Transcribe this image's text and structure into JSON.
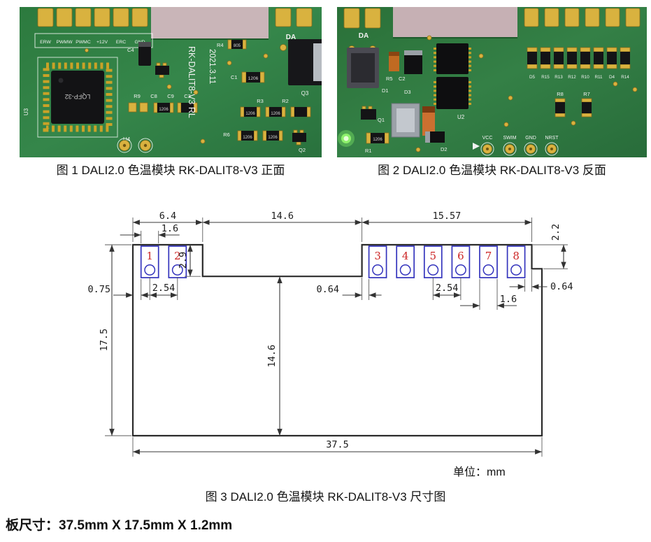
{
  "page": {
    "fig1_caption": "图 1 DALI2.0 色温模块 RK-DALIT8-V3  正面",
    "fig2_caption": "图 2 DALI2.0 色温模块 RK-DALIT8-V3  反面",
    "fig3_caption": "图 3 DALI2.0 色温模块 RK-DALIT8-V3  尺寸图",
    "unit_note": "单位：mm",
    "board_size": "板尺寸：37.5mm X 17.5mm X 1.2mm"
  },
  "front": {
    "edge_pad_labels": [
      "ERW",
      "PWMW",
      "PWMC",
      "+12V",
      "ERC",
      "GND"
    ],
    "da_label": "DA",
    "refs": {
      "u3": "U3",
      "u4": "U4",
      "chip": "LQFP-32",
      "board_name": "RK-DALIT8-V3 RL",
      "date": "2021.3.11",
      "c4": "C4",
      "r4": "R4",
      "c1": "C1",
      "r3": "R3",
      "r2": "R2",
      "q3": "Q3",
      "r9": "R9",
      "c8": "C8",
      "c9": "C9",
      "c3": "C3",
      "r6": "R6",
      "q2": "Q2"
    },
    "markings": {
      "res805": "805",
      "res1206": "1206"
    }
  },
  "back": {
    "da_label": "DA",
    "refs": {
      "r5": "R5",
      "c2": "C2",
      "d1": "D1",
      "d3": "D3",
      "u2": "U2",
      "q1": "Q1",
      "r1": "R1",
      "d2": "D2",
      "r8": "R8",
      "r7": "R7"
    },
    "resistor_row": [
      "D5",
      "R15",
      "R13",
      "R12",
      "R10",
      "R11",
      "D4",
      "R14"
    ],
    "prog_pads": [
      "VCC",
      "SWIM",
      "GND",
      "NRST"
    ],
    "markings": {
      "res1206": "1206"
    }
  },
  "dimension_figure": {
    "pad_numbers": [
      "1",
      "2",
      "3",
      "4",
      "5",
      "6",
      "7",
      "8"
    ],
    "dims": {
      "w_left_section": "6.4",
      "w_notch": "14.6",
      "w_right_section": "15.57",
      "right_step": "2.2",
      "pad_width_left": "1.6",
      "notch_depth": "2.9",
      "left_edge_gap": "0.75",
      "pitch_left": "2.54",
      "right_section_gap": "0.64",
      "pitch_right": "2.54",
      "pad_width_right": "1.6",
      "right_edge_gap": "0.64",
      "height_total": "17.5",
      "height_notch_to_bottom": "14.6",
      "width_total": "37.5"
    }
  },
  "colors": {
    "pcb_green": "#2e7b40",
    "pad_gold": "#d9b23f",
    "background_pink": "#c9b5b8",
    "dim_pad_blue": "#3434bd",
    "pad_number_red": "#cc2626"
  }
}
